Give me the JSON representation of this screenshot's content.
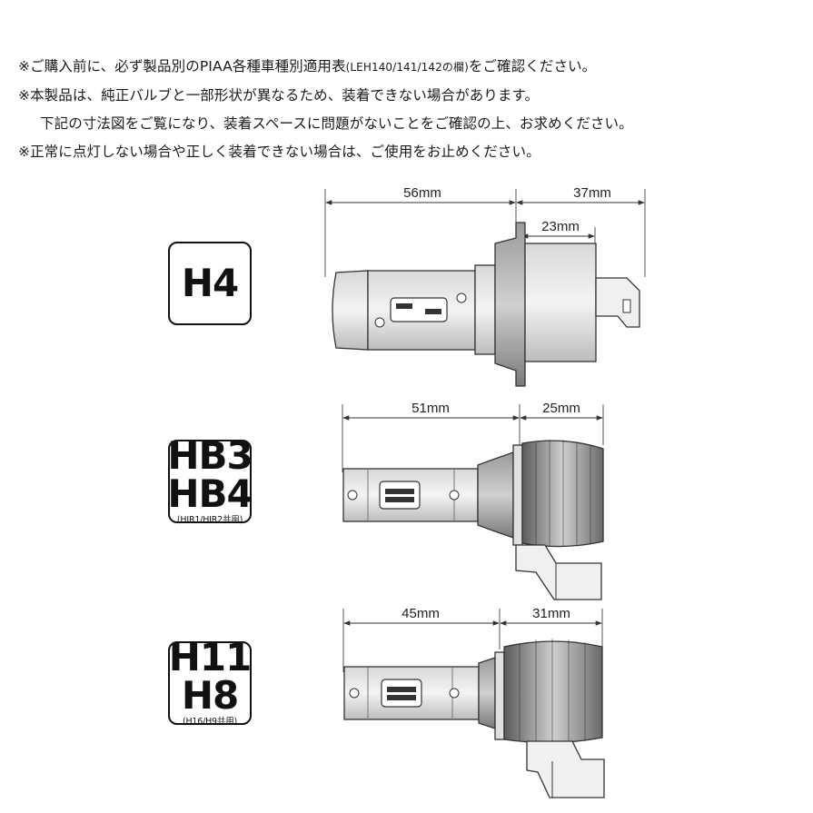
{
  "notes": [
    {
      "prefix": "※ご購入前に、必ず製品別のPIAA各種車種別適用表",
      "small": "(LEH140/141/142の欄)",
      "suffix": "をご確認ください。"
    },
    {
      "text": "※本製品は、純正バルブと一部形状が異なるため、装着できない場合があります。"
    },
    {
      "text": "下記の寸法図をご覧になり、装着スペースに問題がないことをご確認の上、お求めください。"
    },
    {
      "text": "※正常に点灯しない場合や正しく装着できない場合は、ご使用をお止めください。"
    }
  ],
  "bulbs": [
    {
      "main": "H4",
      "sub": "",
      "dim_left": "56mm",
      "dim_right": "37mm",
      "dim_inner": "23mm"
    },
    {
      "main_line1": "HB3",
      "main_line2": "HB4",
      "sub": "(HIR1/HIR2共用)",
      "dim_left": "51mm",
      "dim_right": "25mm"
    },
    {
      "main_line1": "H11",
      "main_line2": "H8",
      "sub": "(H16/H9共用)",
      "dim_left": "45mm",
      "dim_right": "31mm"
    }
  ]
}
